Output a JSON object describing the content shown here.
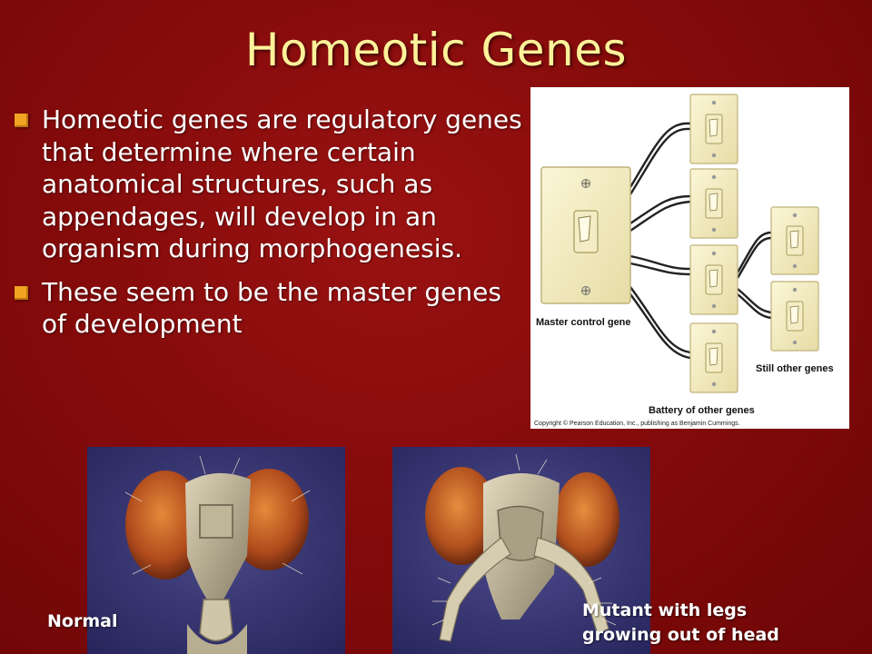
{
  "slide": {
    "title": "Homeotic Genes",
    "bullets": [
      "Homeotic genes are regulatory genes that determine where certain anatomical structures, such as appendages, will develop in an organism during morphogenesis.",
      "These seem to be the master genes of development"
    ]
  },
  "diagram": {
    "master_label": "Master control gene",
    "battery_label": "Battery of other genes",
    "still_label": "Still other genes",
    "copyright": "Copyright © Pearson Education, Inc., publishing as Benjamin Cummings."
  },
  "photos": {
    "normal_caption": "Normal",
    "mutant_caption_line1": "Mutant with legs",
    "mutant_caption_line2": "growing out of head"
  },
  "colors": {
    "title": "#fcf29a",
    "bullet": "#f1a322",
    "background": "#860b0b"
  }
}
